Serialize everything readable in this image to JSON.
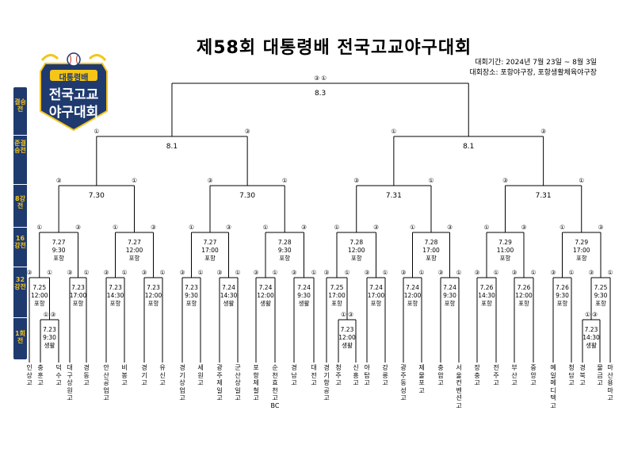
{
  "title": "제58회 대통령배 전국고교야구대회",
  "period": "대회기간: 2024년 7월 23일 ~ 8월 3일",
  "venue": "대회장소: 포항야구장, 포항생활체육야구장",
  "logo": {
    "line1": "대통령배",
    "line2": "전국고교",
    "line3": "야구대회",
    "icon": "baseball-icon"
  },
  "rounds": [
    "결승전",
    "준결승전",
    "8강전",
    "16강전",
    "32강전",
    "1회전"
  ],
  "colors": {
    "navy": "#1f3a6e",
    "gold": "#f5c518",
    "line": "#000000"
  },
  "teams": [
    "인상고",
    "충훈고",
    "덕수고",
    "대구상원고",
    "경동고",
    "안산공업고",
    "비봉고",
    "경기고",
    "유신고",
    "경기상업고",
    "세원고",
    "광주제일고",
    "군산상일고",
    "포항제철고",
    "순천효천고BC",
    "경남고",
    "대전고",
    "경기항공고",
    "청주고",
    "신흥고",
    "야탑고",
    "강릉고",
    "광주동성고",
    "제물포고",
    "충암고",
    "서울컨벤션고",
    "장충고",
    "전주고",
    "부산고",
    "중앙고",
    "예일메디텍고",
    "청담고",
    "경북고",
    "물금고",
    "마산용마고"
  ],
  "matches": {
    "r1": [
      {
        "date": "7.23",
        "time": "9:30",
        "venue": "생활",
        "seeds": "① ③"
      },
      {
        "date": "7.23",
        "time": "12:00",
        "venue": "생활",
        "seeds": "① ③"
      },
      {
        "date": "7.23",
        "time": "14:30",
        "venue": "생활",
        "seeds": "① ③"
      }
    ],
    "r32": [
      {
        "date": "7.25",
        "time": "12:00",
        "venue": "포항",
        "seeds": "③ ①"
      },
      {
        "date": "7.23",
        "time": "17:00",
        "venue": "포항",
        "seeds": "③ ①"
      },
      {
        "date": "7.23",
        "time": "14:30",
        "venue": "포항",
        "seeds": "③ ①"
      },
      {
        "date": "7.23",
        "time": "12:00",
        "venue": "포항",
        "seeds": "③ ①"
      },
      {
        "date": "7.23",
        "time": "9:30",
        "venue": "포항",
        "seeds": "③ ①"
      },
      {
        "date": "7.24",
        "time": "14:30",
        "venue": "생활",
        "seeds": "③ ①"
      },
      {
        "date": "7.24",
        "time": "12:00",
        "venue": "생활",
        "seeds": "③ ①"
      },
      {
        "date": "7.24",
        "time": "9:30",
        "venue": "생활",
        "seeds": "③ ①"
      },
      {
        "date": "7.25",
        "time": "17:00",
        "venue": "포항",
        "seeds": "③ ①"
      },
      {
        "date": "7.24",
        "time": "17:00",
        "venue": "포항",
        "seeds": "③ ①"
      },
      {
        "date": "7.24",
        "time": "12:00",
        "venue": "포항",
        "seeds": "③ ①"
      },
      {
        "date": "7.24",
        "time": "9:30",
        "venue": "포항",
        "seeds": "③ ①"
      },
      {
        "date": "7.26",
        "time": "14:30",
        "venue": "포항",
        "seeds": "③ ①"
      },
      {
        "date": "7.26",
        "time": "12:00",
        "venue": "포항",
        "seeds": "③ ①"
      },
      {
        "date": "7.26",
        "time": "9:30",
        "venue": "포항",
        "seeds": "③ ①"
      },
      {
        "date": "7.25",
        "time": "9:30",
        "venue": "포항",
        "seeds": "③ ①"
      }
    ],
    "r16": [
      {
        "date": "7.27",
        "time": "9:30",
        "venue": "포항",
        "seeds": "① ③"
      },
      {
        "date": "7.27",
        "time": "12:00",
        "venue": "포항",
        "seeds": "① ③"
      },
      {
        "date": "7.27",
        "time": "17:00",
        "venue": "포항",
        "seeds": "① ③"
      },
      {
        "date": "7.28",
        "time": "9:30",
        "venue": "포항",
        "seeds": "① ③"
      },
      {
        "date": "7.28",
        "time": "12:00",
        "venue": "포항",
        "seeds": "① ③"
      },
      {
        "date": "7.28",
        "time": "17:00",
        "venue": "포항",
        "seeds": "① ③"
      },
      {
        "date": "7.29",
        "time": "11:00",
        "venue": "포항",
        "seeds": "① ③"
      },
      {
        "date": "7.29",
        "time": "17:00",
        "venue": "포항",
        "seeds": "① ③"
      }
    ],
    "qf": [
      {
        "date": "7.30",
        "seeds": "③ ①"
      },
      {
        "date": "7.30",
        "seeds": "③ ①"
      },
      {
        "date": "7.31",
        "seeds": "③ ①"
      },
      {
        "date": "7.31",
        "seeds": "③ ①"
      }
    ],
    "sf": [
      {
        "date": "8.1",
        "seeds": "① ③"
      },
      {
        "date": "8.1",
        "seeds": "① ③"
      }
    ],
    "final": {
      "date": "8.3",
      "seeds": "③ ①"
    }
  }
}
